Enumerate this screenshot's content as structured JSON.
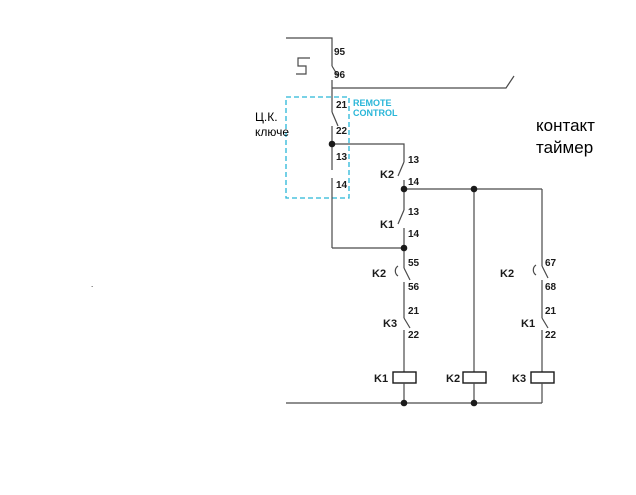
{
  "diagram": {
    "remote_control": [
      "REMOTE",
      "CONTROL"
    ],
    "key_label": [
      "Ц.К.",
      "ключе"
    ],
    "timer_label": [
      "контакт",
      "таймер"
    ],
    "stray_mark": ".",
    "overload_terminals": [
      "95",
      "96"
    ],
    "remote_terminals": [
      "21",
      "22",
      "13",
      "14"
    ],
    "k2_main": {
      "name": "K2",
      "t1": "13",
      "t2": "14"
    },
    "k1_main": {
      "name": "K1",
      "t1": "13",
      "t2": "14"
    },
    "k2_timed_left": {
      "name": "K2",
      "t1": "55",
      "t2": "56"
    },
    "k3_interlock": {
      "name": "K3",
      "t1": "21",
      "t2": "22"
    },
    "k2_timed_right": {
      "name": "K2",
      "t1": "67",
      "t2": "68"
    },
    "k1_interlock": {
      "name": "K1",
      "t1": "21",
      "t2": "22"
    },
    "coils": [
      "K1",
      "K2",
      "K3"
    ],
    "colors": {
      "wire": "#4a4a4a",
      "remote_box": "#29b6d8"
    }
  }
}
